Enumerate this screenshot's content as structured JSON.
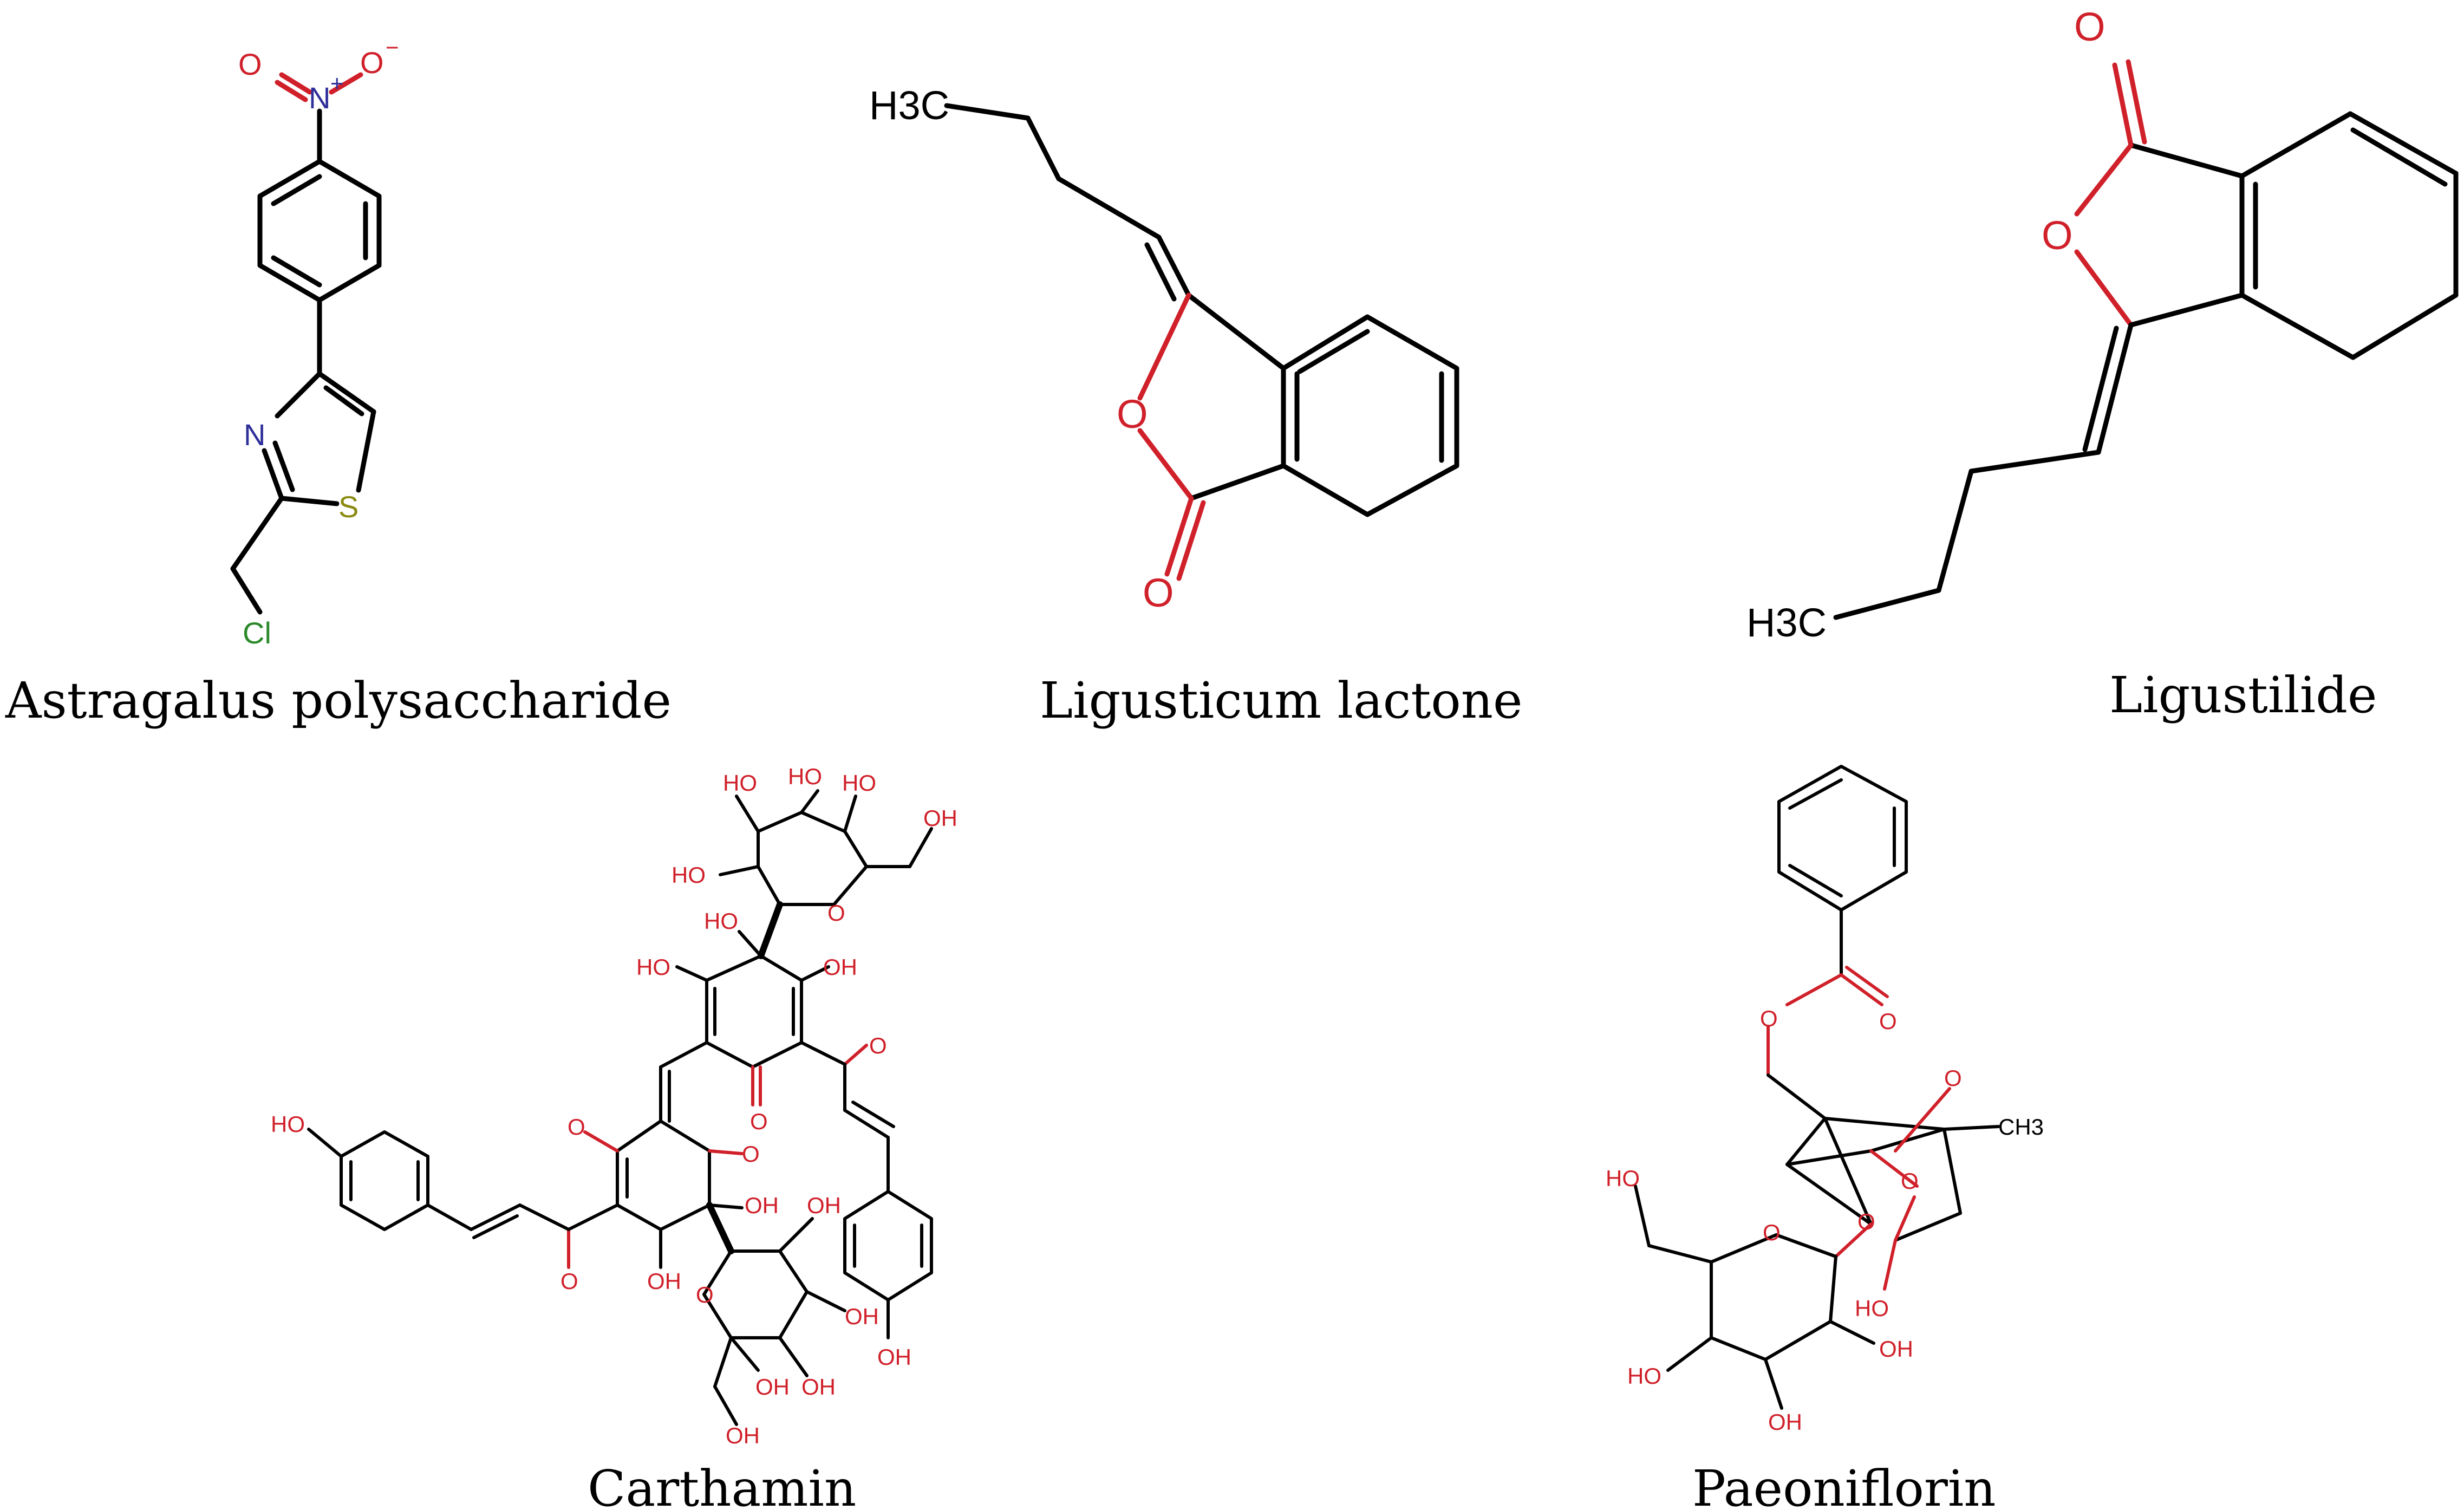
{
  "colors": {
    "oxygen": "#d0202a",
    "nitrogen": "#2f2f9a",
    "sulfur": "#8a8a10",
    "chlorine": "#2a8a2a",
    "bond": "#000000"
  },
  "molecules": [
    {
      "name": "Astragalus polysaccharide",
      "atoms": {
        "o_left": "O",
        "n_plus": "N",
        "charge_plus": "+",
        "o_right": "O",
        "charge_minus": "−",
        "n_ring": "N",
        "s_ring": "S",
        "cl": "Cl"
      }
    },
    {
      "name": "Ligusticum lactone",
      "atoms": {
        "methyl": "H3C",
        "o_ring": "O",
        "o_carbonyl": "O"
      }
    },
    {
      "name": "Ligustilide",
      "atoms": {
        "o_carbonyl": "O",
        "o_ring": "O",
        "methyl": "H3C"
      }
    },
    {
      "name": "Carthamin",
      "atoms": {
        "hydroxyl": "OH",
        "hydroxyl_rev": "HO",
        "oxygen": "O"
      }
    },
    {
      "name": "Paeoniflorin",
      "atoms": {
        "hydroxyl": "OH",
        "hydroxyl_rev": "HO",
        "oxygen": "O",
        "methyl": "CH3"
      }
    }
  ]
}
